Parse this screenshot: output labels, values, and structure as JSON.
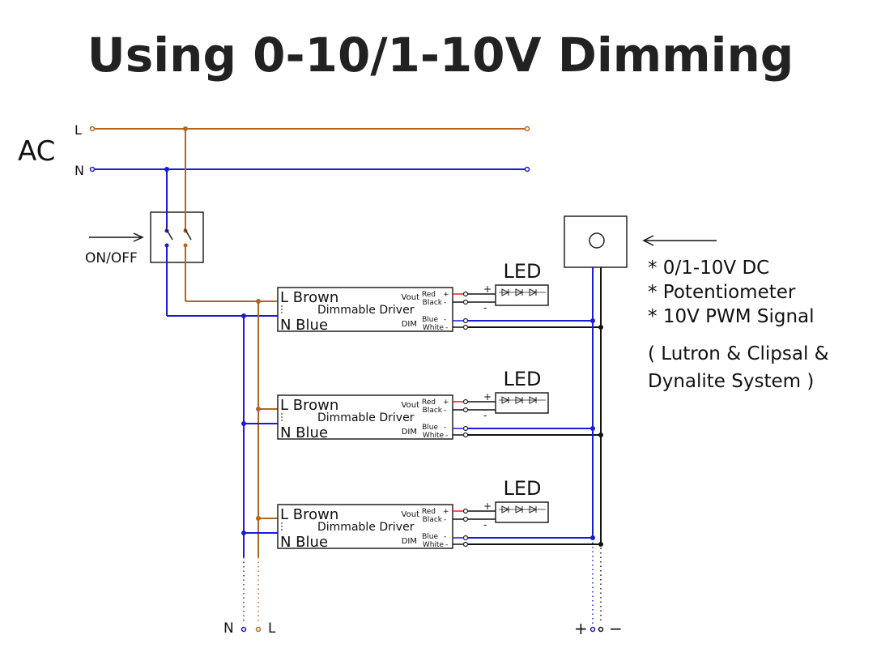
{
  "title": "Using 0-10/1-10V Dimming",
  "ac": {
    "label": "AC",
    "line": "L",
    "neutral": "N"
  },
  "switch": {
    "label": "ON/OFF"
  },
  "drivers": [
    {
      "l_label": "L Brown",
      "name": "Dimmable Driver",
      "n_label": "N Blue",
      "vout": "Vout",
      "dim": "DIM",
      "red": "Red",
      "black": "Black",
      "blue": "Blue",
      "white": "White",
      "plus": "+",
      "minus": "-",
      "led": "LED"
    },
    {
      "l_label": "L Brown",
      "name": "Dimmable Driver",
      "n_label": "N Blue",
      "vout": "Vout",
      "dim": "DIM",
      "red": "Red",
      "black": "Black",
      "blue": "Blue",
      "white": "White",
      "plus": "+",
      "minus": "-",
      "led": "LED"
    },
    {
      "l_label": "L Brown",
      "name": "Dimmable Driver",
      "n_label": "N Blue",
      "vout": "Vout",
      "dim": "DIM",
      "red": "Red",
      "black": "Black",
      "blue": "Blue",
      "white": "White",
      "plus": "+",
      "minus": "-",
      "led": "LED"
    }
  ],
  "dimmer_notes": {
    "line1": "* 0/1-10V DC",
    "line2": "* Potentiometer",
    "line3": "* 10V PWM Signal",
    "line4": "( Lutron &  Clipsal &",
    "line5": "Dynalite  System )"
  },
  "bottom": {
    "n": "N",
    "l": "L",
    "plus": "+",
    "minus": "−"
  },
  "colors": {
    "line": "#b5651d",
    "neutral": "#1a1adb",
    "red": "#e02020",
    "black": "#111111"
  }
}
